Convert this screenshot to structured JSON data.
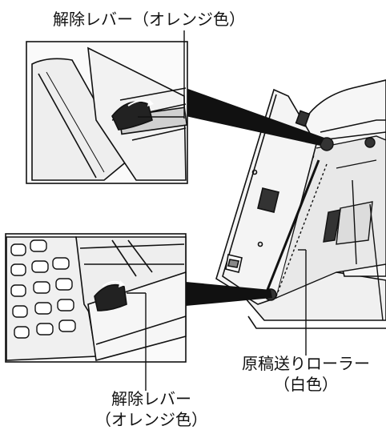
{
  "labels": {
    "top_release_lever": "解除レバー（オレンジ色）",
    "bottom_release_lever_line1": "解除レバー",
    "bottom_release_lever_line2": "（オレンジ色）",
    "feed_roller_line1": "原稿送りローラー",
    "feed_roller_line2": "（白色）"
  },
  "colors": {
    "outline": "#111111",
    "panel_fill": "#f4f4f4",
    "shade": "#d9d9d9",
    "dark": "#222222"
  }
}
